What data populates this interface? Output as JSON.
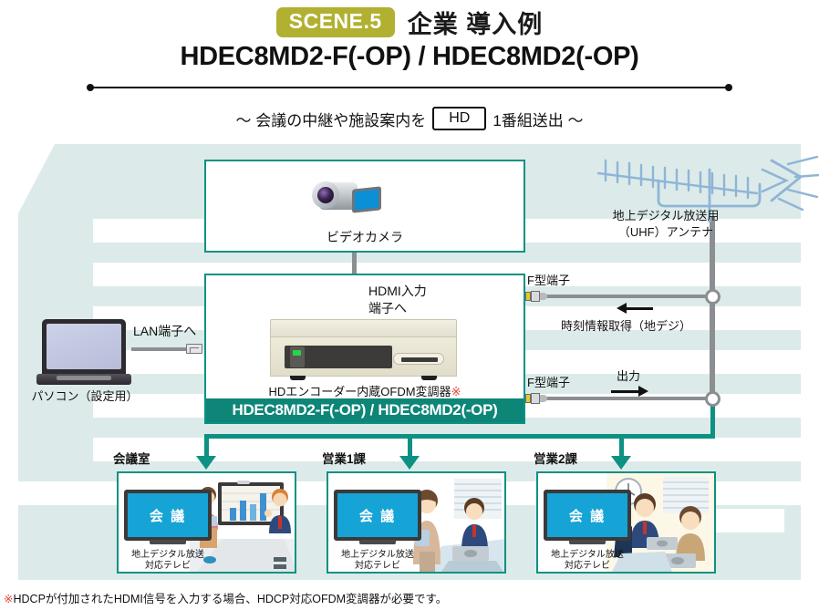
{
  "header": {
    "scene_badge": "SCENE.5",
    "title": "企業 導入例",
    "model_line": "HDEC8MD2-F(-OP) / HDEC8MD2(-OP)",
    "subtitle_left": "～ 会議の中継や施設案内を",
    "hd_chip": "HD",
    "subtitle_right": "1番組送出 ～"
  },
  "diagram": {
    "camera_box": {
      "caption": "ビデオカメラ",
      "icon": "video-camera-icon"
    },
    "encoder_box": {
      "caption": "HDエンコーダー内蔵OFDM変調器",
      "caption_mark": "※",
      "banner": "HDEC8MD2-F(-OP) / HDEC8MD2(-OP)",
      "icon": "ofdm-modulator-icon"
    },
    "hdmi_label_line1": "HDMI入力",
    "hdmi_label_line2": "端子へ",
    "pc": {
      "caption": "パソコン（設定用）",
      "icon": "laptop-icon"
    },
    "lan_label": "LAN端子へ",
    "antenna": {
      "label_line1": "地上デジタル放送用",
      "label_line2": "（UHF）アンテナ",
      "icon": "uhf-antenna-icon"
    },
    "f_terminal_top": "F型端子",
    "f_terminal_bottom": "F型端子",
    "time_info_label": "時刻情報取得（地デジ）",
    "output_label": "出力"
  },
  "rooms": [
    {
      "title": "会議室",
      "tv_text": "会 議",
      "tv_caption_line1": "地上デジタル放送",
      "tv_caption_line2": "対応テレビ"
    },
    {
      "title": "営業1課",
      "tv_text": "会 議",
      "tv_caption_line1": "地上デジタル放送",
      "tv_caption_line2": "対応テレビ"
    },
    {
      "title": "営業2課",
      "tv_text": "会 議",
      "tv_caption_line1": "地上デジタル放送",
      "tv_caption_line2": "対応テレビ"
    }
  ],
  "footnote": {
    "mark": "※",
    "text": "HDCPが付加されたHDMI信号を入力する場合、HDCP対応OFDM変調器が必要です。"
  },
  "colors": {
    "badge": "#b2b031",
    "teal": "#0d9183",
    "teal_dark": "#0d8677",
    "panel_bg": "#dcebe9",
    "cable_gray": "#8b8f92",
    "tv_blue": "#16a4d6",
    "red_mark": "#e8403a"
  }
}
